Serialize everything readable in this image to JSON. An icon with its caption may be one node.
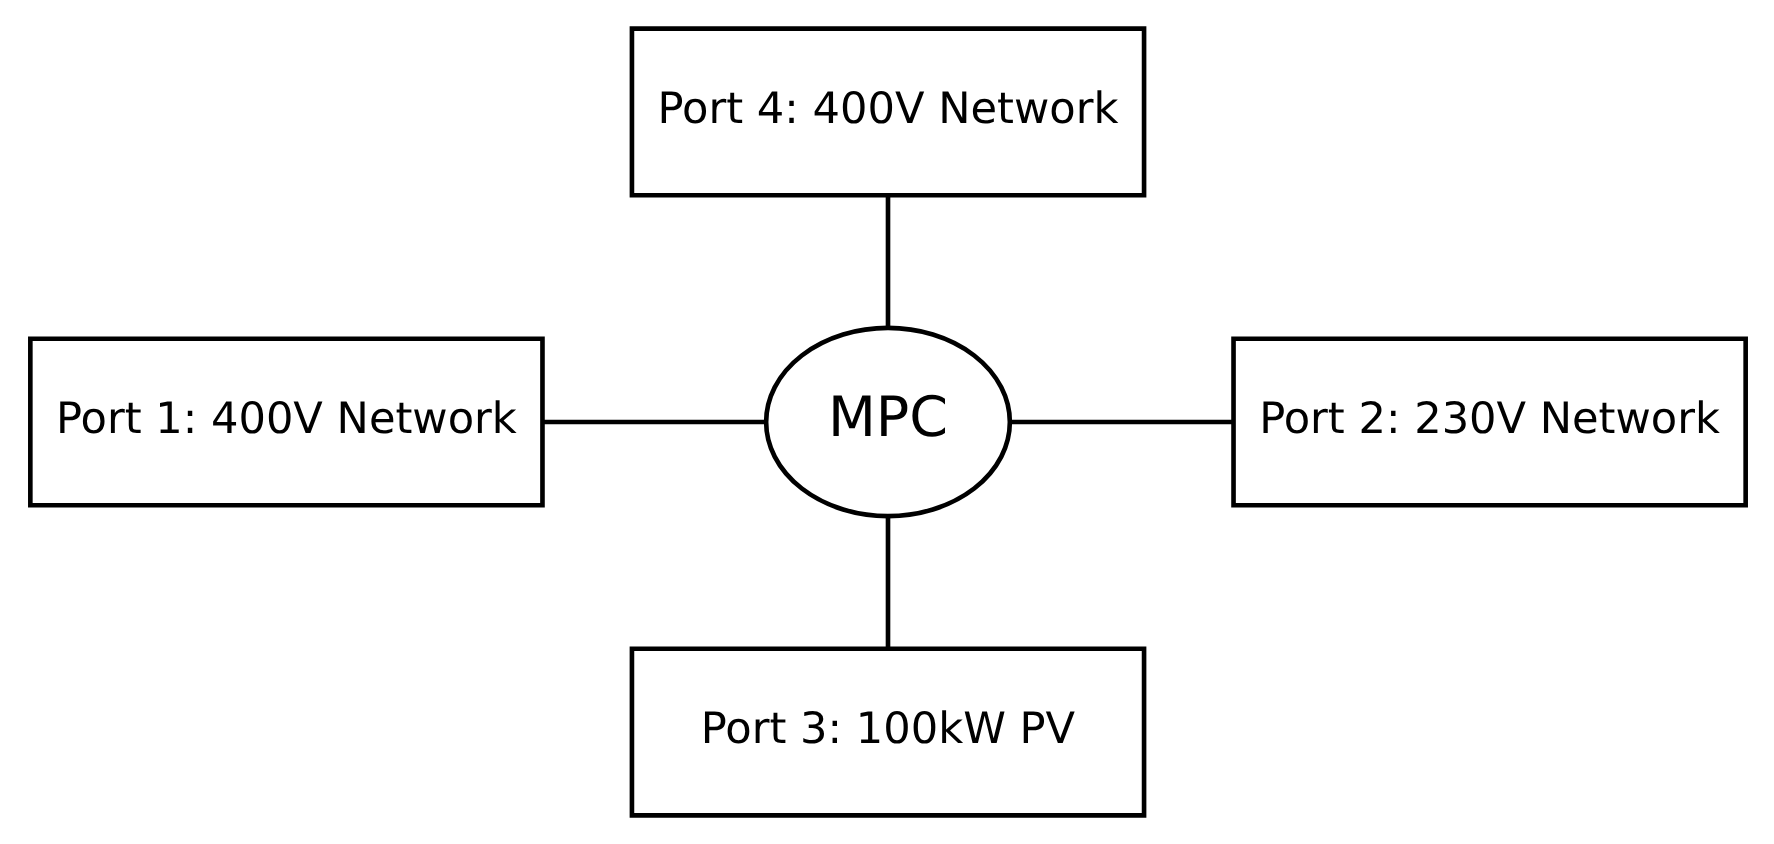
{
  "diagram": {
    "nodes": [
      {
        "text": [
          "Port 4: 400V Network"
        ]
      },
      {
        "text": [
          "Port 1: 400V Network"
        ]
      },
      {
        "text": [
          "MPC"
        ]
      },
      {
        "text": [
          "Port 2: 230V Network"
        ]
      },
      {
        "text": [
          "Port 3: 100kW PV"
        ]
      }
    ],
    "edges": [
      {
        "from": 0,
        "to": 2,
        "arrow": "none"
      },
      {
        "from": 1,
        "to": 2,
        "arrow": "none"
      },
      {
        "from": 2,
        "to": 3,
        "arrow": "none"
      },
      {
        "from": 2,
        "to": 4,
        "arrow": "none"
      }
    ]
  }
}
